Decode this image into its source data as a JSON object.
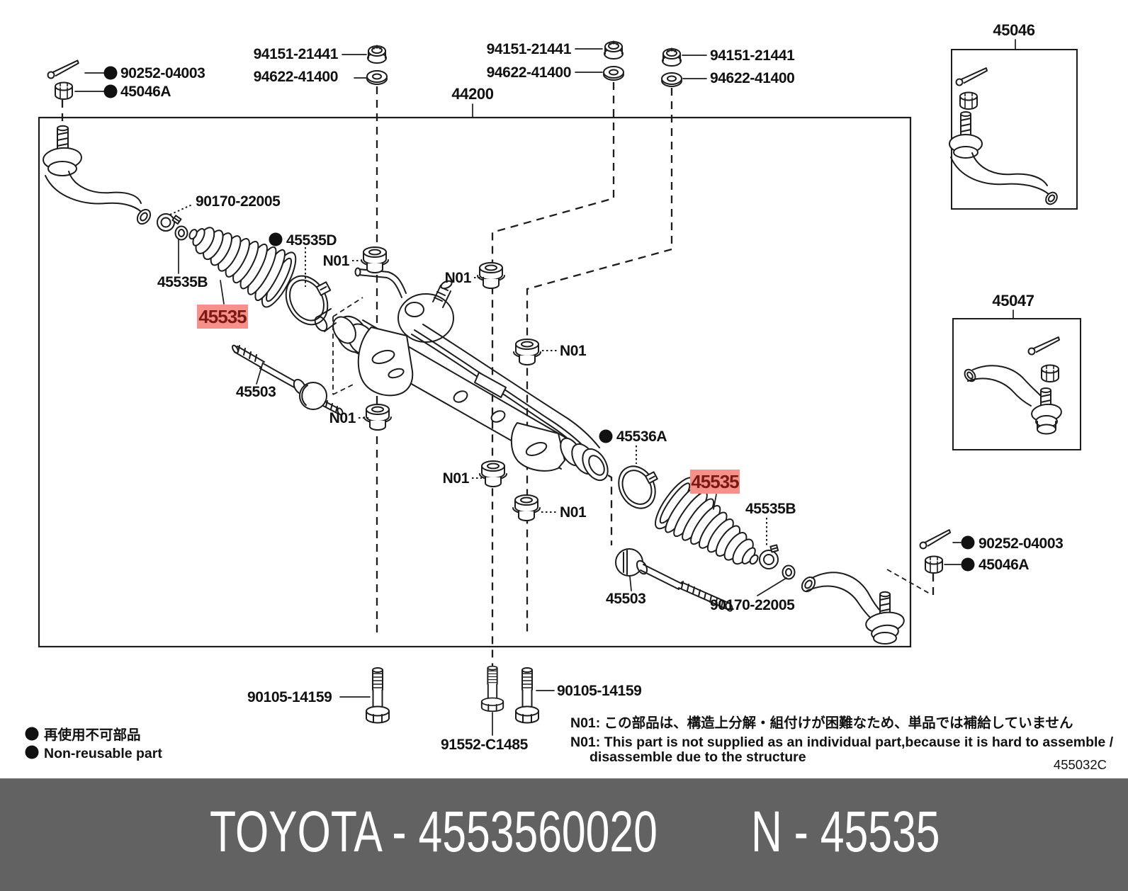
{
  "parts": {
    "cotter_pin": "90252-04003",
    "tie_rod_nut": "45046A",
    "lock_nut": "94151-21441",
    "washer": "94622-41400",
    "gear_assy": "44200",
    "clamp": "90170-22005",
    "clamp_large": "45535D",
    "clip": "45535B",
    "boot": "45535",
    "rack_end": "45503",
    "grommet_clamp": "45536A",
    "bolt_long": "90105-14159",
    "bolt_short": "91552-C1485",
    "note_ref": "N01"
  },
  "insets": {
    "tie_rod_end_rh": "45046",
    "tie_rod_end_lh": "45047"
  },
  "legend": {
    "jp": "再使用不可部品",
    "en": "Non-reusable part"
  },
  "notes": {
    "jp": "N01: この部品は、構造上分解・組付けが困難なため、単品では補給していません",
    "en_1": "N01: This part is not supplied as an individual part,because it is hard to assemble /",
    "en_2": "disassemble due to the structure"
  },
  "doc_code": "455032C",
  "footer": {
    "brand_part": "TOYOTA - 4553560020",
    "catalog_ref": "N - 45535"
  },
  "colors": {
    "highlight_bg": "#f5918a",
    "highlight_fg": "#7a1a12",
    "banner_bg": "#626262",
    "line": "#1c1c1c"
  }
}
